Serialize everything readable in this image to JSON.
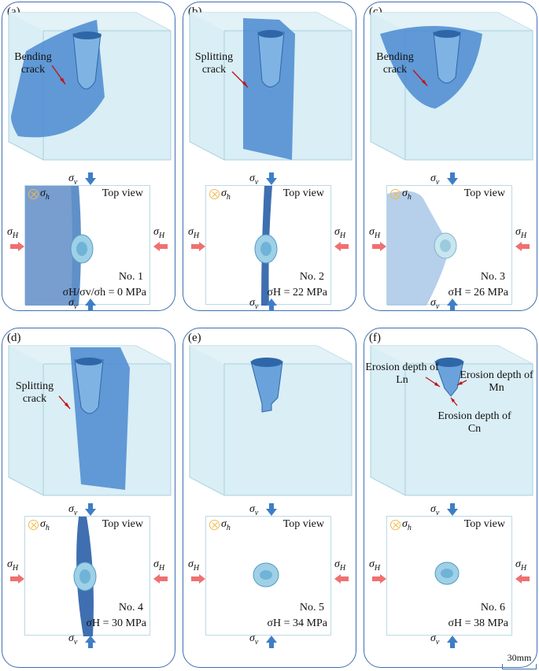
{
  "panels": [
    {
      "label": "(a)",
      "annotation": "Bending crack",
      "top_view": "Top view",
      "number": "No. 1",
      "condition": "σH/σv/σh = 0 MPa"
    },
    {
      "label": "(b)",
      "annotation": "Splitting crack",
      "top_view": "Top view",
      "number": "No. 2",
      "condition": "σH = 22 MPa"
    },
    {
      "label": "(c)",
      "annotation": "Bending crack",
      "top_view": "Top view",
      "number": "No. 3",
      "condition": "σH = 26 MPa"
    },
    {
      "label": "(d)",
      "annotation": "Splitting crack",
      "top_view": "Top view",
      "number": "No. 4",
      "condition": "σH = 30 MPa"
    },
    {
      "label": "(e)",
      "annotation": "",
      "top_view": "Top view",
      "number": "No. 5",
      "condition": "σH = 34 MPa"
    },
    {
      "label": "(f)",
      "annotation": "",
      "top_view": "Top view",
      "number": "No. 6",
      "condition": "σH = 38 MPa"
    }
  ],
  "stress_labels": {
    "vertical": "σv",
    "horizontal_max": "σH",
    "horizontal_min": "σh"
  },
  "erosion_labels": {
    "ln": "Erosion depth of Ln",
    "mn": "Erosion depth of Mn",
    "cn": "Erosion depth of Cn"
  },
  "scale_bar": "30mm",
  "colors": {
    "frame": "#3f6fb0",
    "cube": "#cfe8f0",
    "specimen": "#4a8ad0",
    "arrow_vertical": "#3f7ec6",
    "arrow_horizontal": "#f07070",
    "sigma_h_marker": "#f2b84b"
  }
}
